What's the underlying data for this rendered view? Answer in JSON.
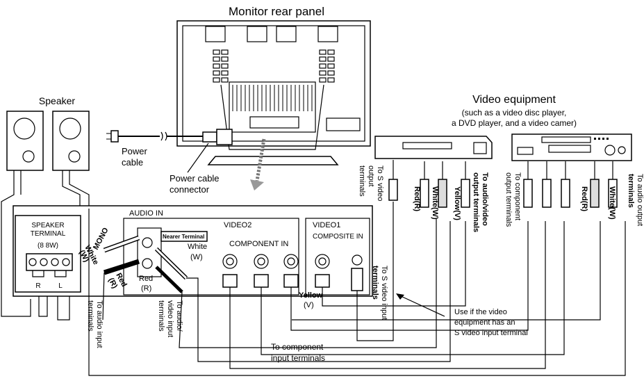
{
  "title": "Monitor rear panel",
  "speaker": {
    "label": "Speaker",
    "terminal_title_1": "SPEAKER",
    "terminal_title_2": "TERMINAL",
    "terminal_spec": "(8 8W)",
    "left_label": "R",
    "right_label": "L"
  },
  "power": {
    "cable_1": "Power",
    "cable_2": "cable",
    "connector_1": "Power cable",
    "connector_2": "connector"
  },
  "video_equipment": {
    "title": "Video equipment",
    "desc_1": "(such as a video disc player,",
    "desc_2": "a DVD player, and a video camer)"
  },
  "panel": {
    "audio_in": "AUDIO IN",
    "video2": "VIDEO2",
    "component_in": "COMPONENT IN",
    "video1": "VIDEO1",
    "composite_in": "COMPOSITE IN",
    "nearer_terminal": "Nearer Terminal",
    "white_label": "White",
    "white_abbr": "(W)",
    "red_label": "Red",
    "red_abbr": "(R)",
    "yellow_label": "Yellow",
    "yellow_abbr": "(V)",
    "mono": "MONO"
  },
  "cables": {
    "white_w": "White(W)",
    "red_r": "Red(R)",
    "yellow_v": "Yellow(V)",
    "white_mono_1": "White",
    "white_mono_2": "(W)",
    "red_mono_1": "Red",
    "red_mono_2": "(R)"
  },
  "vertical_labels": {
    "to_audio_input_1": "To audio input",
    "to_audio_input_2": "terminals",
    "to_av_input_1": "To audio/",
    "to_av_input_2": "video input",
    "to_av_input_3": "terminals",
    "to_s_video_output_1": "To S video",
    "to_s_video_output_2": "output",
    "to_s_video_output_3": "terminals",
    "to_av_output_1": "To audio/video",
    "to_av_output_2": "output terminals",
    "to_component_output_1": "To component",
    "to_component_output_2": "output terminals",
    "to_audio_output_1": "To audio output",
    "to_audio_output_2": "terminals",
    "to_s_video_input_1": "To S video input",
    "to_s_video_input_2": "terminals"
  },
  "notes": {
    "use_if_1": "Use if the video",
    "use_if_2": "equipment has an",
    "use_if_3": "S video input terminal",
    "to_component_1": "To component",
    "to_component_2": "input terminals"
  }
}
